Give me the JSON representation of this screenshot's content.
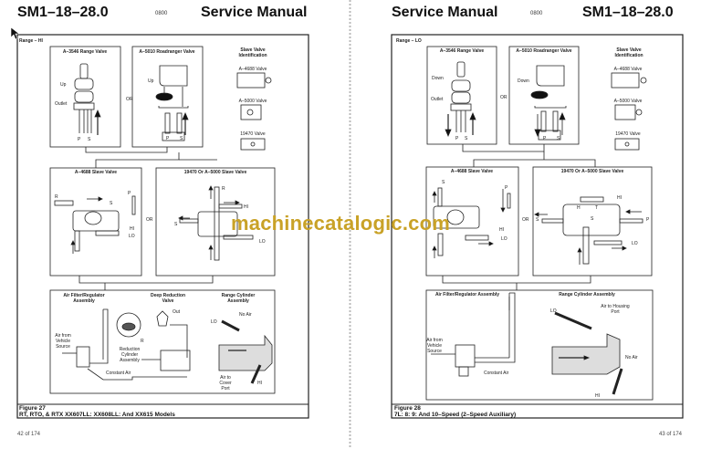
{
  "watermark": "machinecatalogic.com",
  "left_page": {
    "doc_number": "SM1–18–28.0",
    "revision": "0800",
    "title": "Service Manual",
    "range_label": "Range – HI",
    "range_valve_title": "A–3546 Range Valve",
    "roadranger_title": "A–5010 Roadranger Valve",
    "range_valve_labels": {
      "up": "Up",
      "outlet": "Outlet",
      "p": "P",
      "s": "S"
    },
    "roadranger_labels": {
      "up": "Up",
      "p": "P",
      "s": "S"
    },
    "or": "OR",
    "slave_id": {
      "line1": "Slave Valve",
      "line2": "Identification",
      "v1": "A–4688 Valve",
      "v2": "A–5000 Valve",
      "v3": "19470 Valve"
    },
    "slave_a4688_title": "A–4688 Slave Valve",
    "slave_a4688_labels": {
      "r": "R",
      "s": "S",
      "p": "P",
      "hi": "HI",
      "lo": "LO"
    },
    "slave_19470_title": "19470 Or A–5000 Slave Valve",
    "slave_19470_labels": {
      "r": "R",
      "hi": "HI",
      "s": "S",
      "lo": "LO"
    },
    "bottom": {
      "air_filter_1": "Air Filter/Regulator",
      "air_filter_2": "Assembly",
      "deep_red_1": "Deep Reduction",
      "deep_red_2": "Valve",
      "range_cyl_1": "Range Cylinder",
      "range_cyl_2": "Assembly",
      "out": "Out",
      "r": "R",
      "air_from_1": "Air from",
      "air_from_2": "Vehicle",
      "air_from_3": "Source",
      "red_cyl_1": "Reduction",
      "red_cyl_2": "Cylinder",
      "red_cyl_3": "Assembly",
      "constant_air": "Constant Air",
      "lo": "LO",
      "no_air": "No Air",
      "air_cover_1": "Air to",
      "air_cover_2": "Cover",
      "air_cover_3": "Port",
      "hi": "HI"
    },
    "figure_number": "Figure 27",
    "figure_caption": "RT, RTO, & RTX XX607LL: XX608LL: And XX615 Models",
    "page_number": "42 of 174"
  },
  "right_page": {
    "title": "Service Manual",
    "revision": "0800",
    "doc_number": "SM1–18–28.0",
    "range_label": "Range – LO",
    "range_valve_title": "A–3546 Range Valve",
    "roadranger_title": "A–5010 Roadranger Valve",
    "range_valve_labels": {
      "down": "Down",
      "outlet": "Outlet",
      "p": "P",
      "s": "S"
    },
    "roadranger_labels": {
      "down": "Down",
      "p": "P",
      "s": "S"
    },
    "or": "OR",
    "slave_id": {
      "line1": "Slave Valve",
      "line2": "Identification",
      "v1": "A–4688 Valve",
      "v2": "A–5000 Valve",
      "v3": "19470 Valve"
    },
    "slave_a4688_title": "A–4688 Slave Valve",
    "slave_a4688_labels": {
      "s": "S",
      "p": "P",
      "hi": "HI",
      "lo": "LO"
    },
    "slave_19470_title": "19470 Or A–5000 Slave Valve",
    "slave_19470_labels": {
      "hi": "HI",
      "h": "H",
      "t": "T",
      "s_left": "S",
      "s_mid": "S",
      "p": "P",
      "lo": "LO"
    },
    "bottom": {
      "air_filter": "Air Filter/Regulator Assembly",
      "range_cyl": "Range Cylinder Assembly",
      "lo": "LO",
      "air_housing_1": "Air to Housing",
      "air_housing_2": "Port",
      "air_from_1": "Air from",
      "air_from_2": "Vehicle",
      "air_from_3": "Source",
      "constant_air": "Constant Air",
      "no_air": "No Air",
      "hi": "HI"
    },
    "figure_number": "Figure 28",
    "figure_caption": "7L: 8: 9: And 10–Speed (2–Speed Auxiliary)",
    "page_number": "43 of 174"
  }
}
